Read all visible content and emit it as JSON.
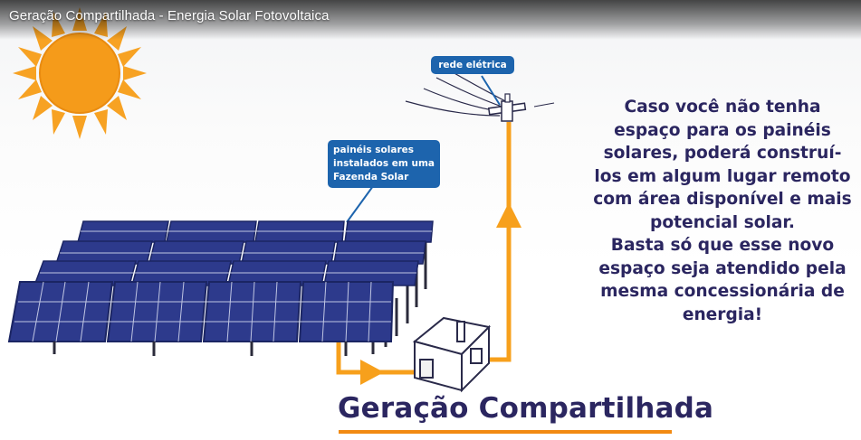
{
  "video": {
    "title": "Geração Compartilhada - Energia Solar Fotovoltaica"
  },
  "callouts": {
    "grid": "rede elétrica",
    "panels": "painéis solares instalados em uma Fazenda Solar"
  },
  "message": {
    "paragraph1": "Caso você não tenha espaço para os painéis solares, poderá construí-los em algum lugar remoto com área disponível e mais potencial solar.",
    "paragraph2": "Basta só que esse novo espaço seja atendido pela mesma concessionária de energia!"
  },
  "footer": {
    "title": "Geração Compartilhada"
  },
  "colors": {
    "sun": "#f59b1a",
    "arrow": "#f7a01c",
    "panel": "#2d3a8c",
    "panel_grid": "#d9def2",
    "callout_bg": "#1d64ad",
    "text": "#2b2660",
    "underline": "#f28a12"
  }
}
